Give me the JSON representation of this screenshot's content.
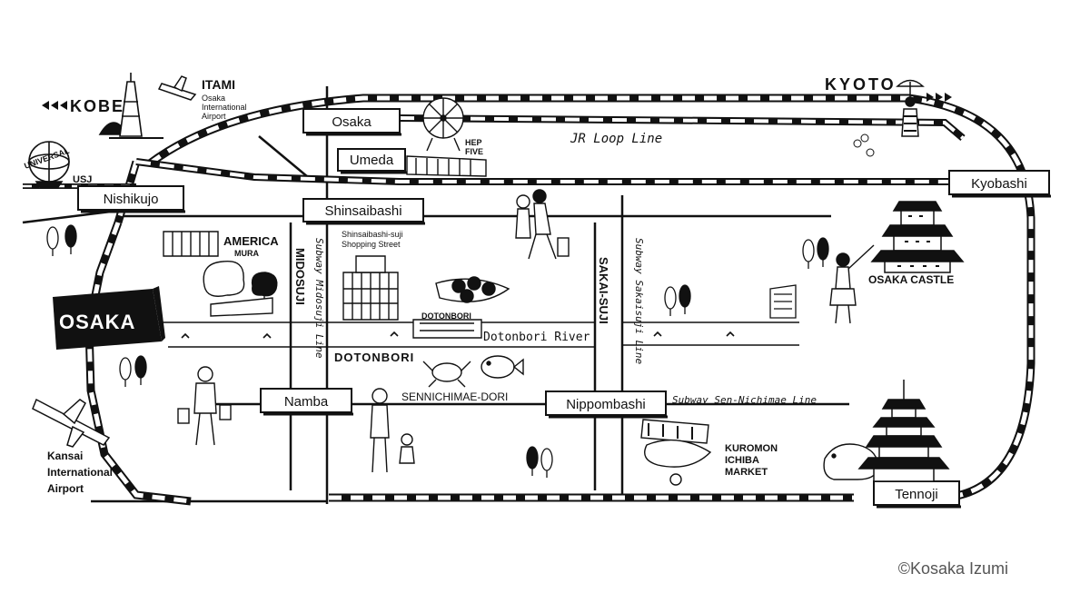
{
  "cities": {
    "kobe": "KOBE",
    "kyoto": "KYOTO",
    "osaka_banner": "OSAKA"
  },
  "airports": {
    "itami_title": "ITAMI",
    "itami_line1": "Osaka",
    "itami_line2": "International",
    "itami_line3": "Airport",
    "kansai_line1": "Kansai",
    "kansai_line2": "International",
    "kansai_line3": "Airport"
  },
  "stations": {
    "osaka": "Osaka",
    "umeda": "Umeda",
    "kyobashi": "Kyobashi",
    "nishikujo": "Nishikujo",
    "shinsaibashi": "Shinsaibashi",
    "namba": "Namba",
    "nippombashi": "Nippombashi",
    "tennoji": "Tennoji"
  },
  "lines": {
    "jr_loop": "JR Loop Line",
    "midosuji_street": "MIDOSUJI",
    "subway_midosuji": "Subway Midosuji Line",
    "sakaisuji_street": "SAKAI-SUJI",
    "subway_sakaisuji": "Subway Sakaisuji Line",
    "sennichimae_street": "SENNICHIMAE-DORI",
    "subway_sennichimae": "Subway Sen-Nichimae Line"
  },
  "landmarks": {
    "usj_globe": "UNIVERSAL",
    "usj": "USJ",
    "hep_line1": "HEP",
    "hep_line2": "FIVE",
    "america_line1": "AMERICA",
    "america_line2": "MURA",
    "shinsaibashi_suji_line1": "Shinsaibashi-suji",
    "shinsaibashi_suji_line2": "Shopping Street",
    "dotonbori_sign": "DOTONBORI",
    "dotonbori": "DOTONBORI",
    "dotonbori_river": "Dotonbori River",
    "osaka_castle": "OSAKA CASTLE",
    "kuromon_line1": "KUROMON",
    "kuromon_line2": "ICHIBA",
    "kuromon_line3": "MARKET"
  },
  "copyright": "©Kosaka Izumi",
  "colors": {
    "ink": "#111111",
    "paper": "#ffffff",
    "copyright_text": "#555555"
  }
}
